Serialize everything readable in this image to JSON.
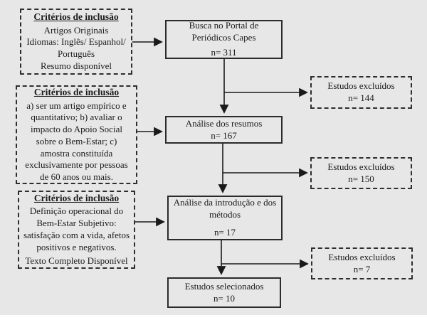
{
  "diagram": {
    "type": "study-selection-flowchart",
    "language": "pt-BR",
    "colors": {
      "background": "#e7e7e7",
      "line": "#1a1a1a",
      "text": "#1b1b1b"
    }
  },
  "criteria_boxes": [
    {
      "title": "Critérios de inclusão",
      "lines": [
        "Artigos Originais",
        "Idiomas: Inglês/ Espanhol/ Português",
        "Resumo disponível"
      ]
    },
    {
      "title": "Critérios de inclusão",
      "lines": [
        "a) ser um artigo empírico e quantitativo; b) avaliar o impacto do Apoio Social sobre o Bem-Estar; c) amostra constituída exclusivamente por pessoas de 60 anos ou mais."
      ]
    },
    {
      "title": "Critérios de inclusão",
      "lines": [
        "Definição operacional do Bem-Estar Subjetivo: satisfação com a vida, afetos positivos e negativos.",
        "Texto Completo Disponível"
      ]
    }
  ],
  "process_boxes": [
    {
      "label": "Busca no Portal de Periódicos Capes",
      "count": "n= 311"
    },
    {
      "label": "Análise dos resumos",
      "count": "n= 167"
    },
    {
      "label": "Análise da introdução e dos métodos",
      "count": "n= 17"
    },
    {
      "label": "Estudos selecionados",
      "count": "n= 10"
    }
  ],
  "excluded_boxes": [
    {
      "label": "Estudos excluídos",
      "count": "n= 144"
    },
    {
      "label": "Estudos excluídos",
      "count": "n= 150"
    },
    {
      "label": "Estudos excluídos",
      "count": "n= 7"
    }
  ]
}
